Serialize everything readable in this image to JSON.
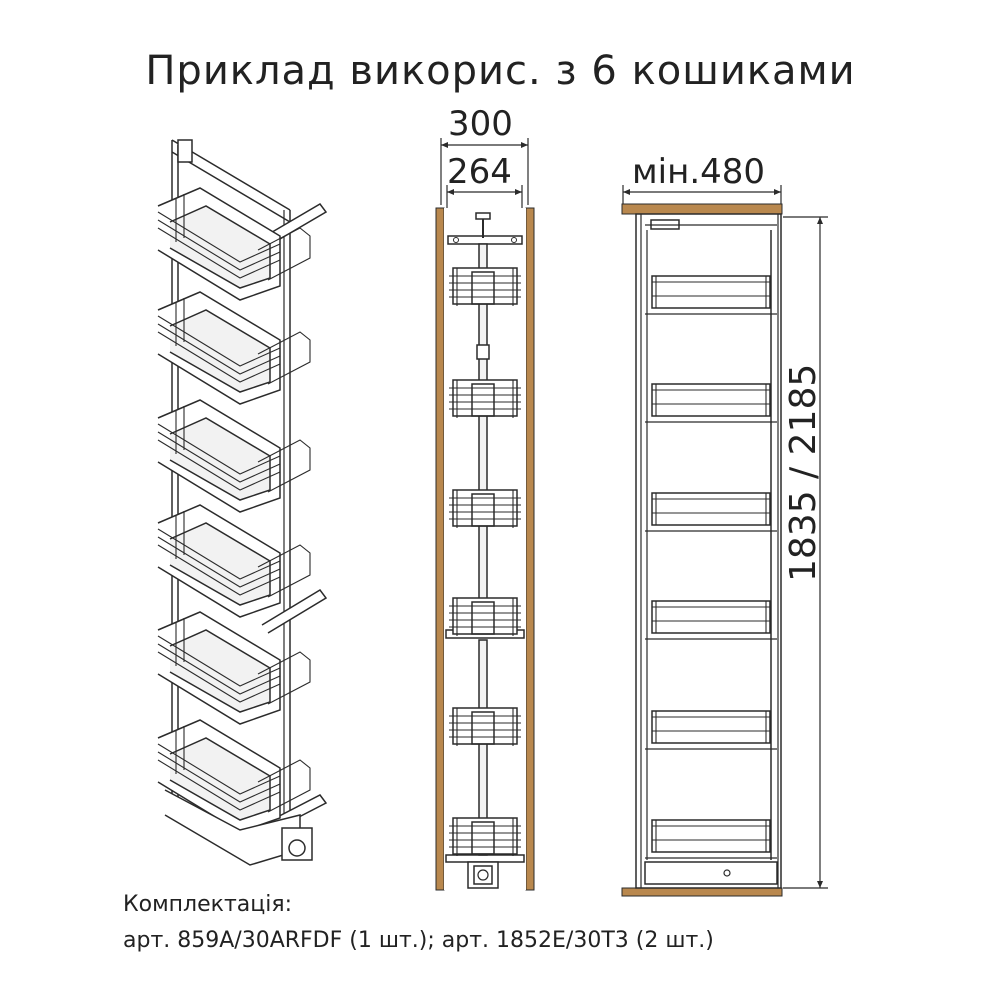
{
  "title": "Приклад викорис. з 6 кошиками",
  "dimensions": {
    "outer_width": "300",
    "inner_width": "264",
    "min_depth": "мін.480",
    "height_range": "1835 / 2185"
  },
  "kit": {
    "heading": "Комплектація:",
    "line": "арт. 859A/30ARFDF  (1 шт.);   арт. 1852E/30T3 (2 шт.)"
  },
  "basket_count": 6,
  "colors": {
    "line": "#2b2b2b",
    "wood": "#b9884e",
    "metal": "#8c8c8c",
    "basket_fill": "#ffffff"
  }
}
